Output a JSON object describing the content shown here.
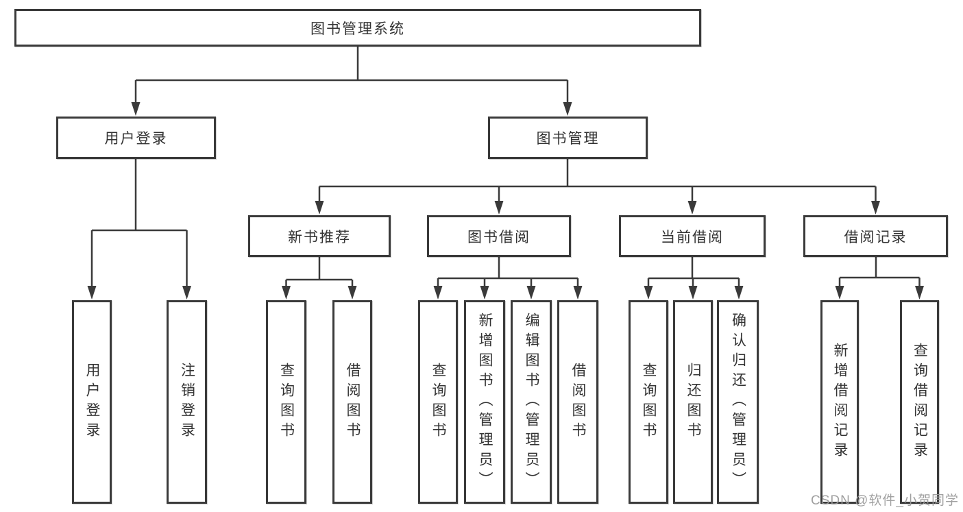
{
  "diagram": {
    "root": {
      "label": "图书管理系统"
    },
    "level2": [
      {
        "label": "用户登录"
      },
      {
        "label": "图书管理"
      }
    ],
    "level3": [
      {
        "label": "新书推荐"
      },
      {
        "label": "图书借阅"
      },
      {
        "label": "当前借阅"
      },
      {
        "label": "借阅记录"
      }
    ],
    "leaves": [
      {
        "label": "用户登录"
      },
      {
        "label": "注销登录"
      },
      {
        "label": "查询图书"
      },
      {
        "label": "借阅图书"
      },
      {
        "label": "查询图书"
      },
      {
        "label": "新增图书（管理员）"
      },
      {
        "label": "编辑图书（管理员）"
      },
      {
        "label": "借阅图书"
      },
      {
        "label": "查询图书"
      },
      {
        "label": "归还图书"
      },
      {
        "label": "确认归还（管理员）"
      },
      {
        "label": "新增借阅记录"
      },
      {
        "label": "查询借阅记录"
      }
    ]
  },
  "watermark": "CSDN @软件_小贺同学",
  "colors": {
    "line": "#3a3a3a",
    "box_border": "#3a3a3a",
    "text": "#333333",
    "background": "#ffffff",
    "watermark_text": "#9b9b9b"
  }
}
